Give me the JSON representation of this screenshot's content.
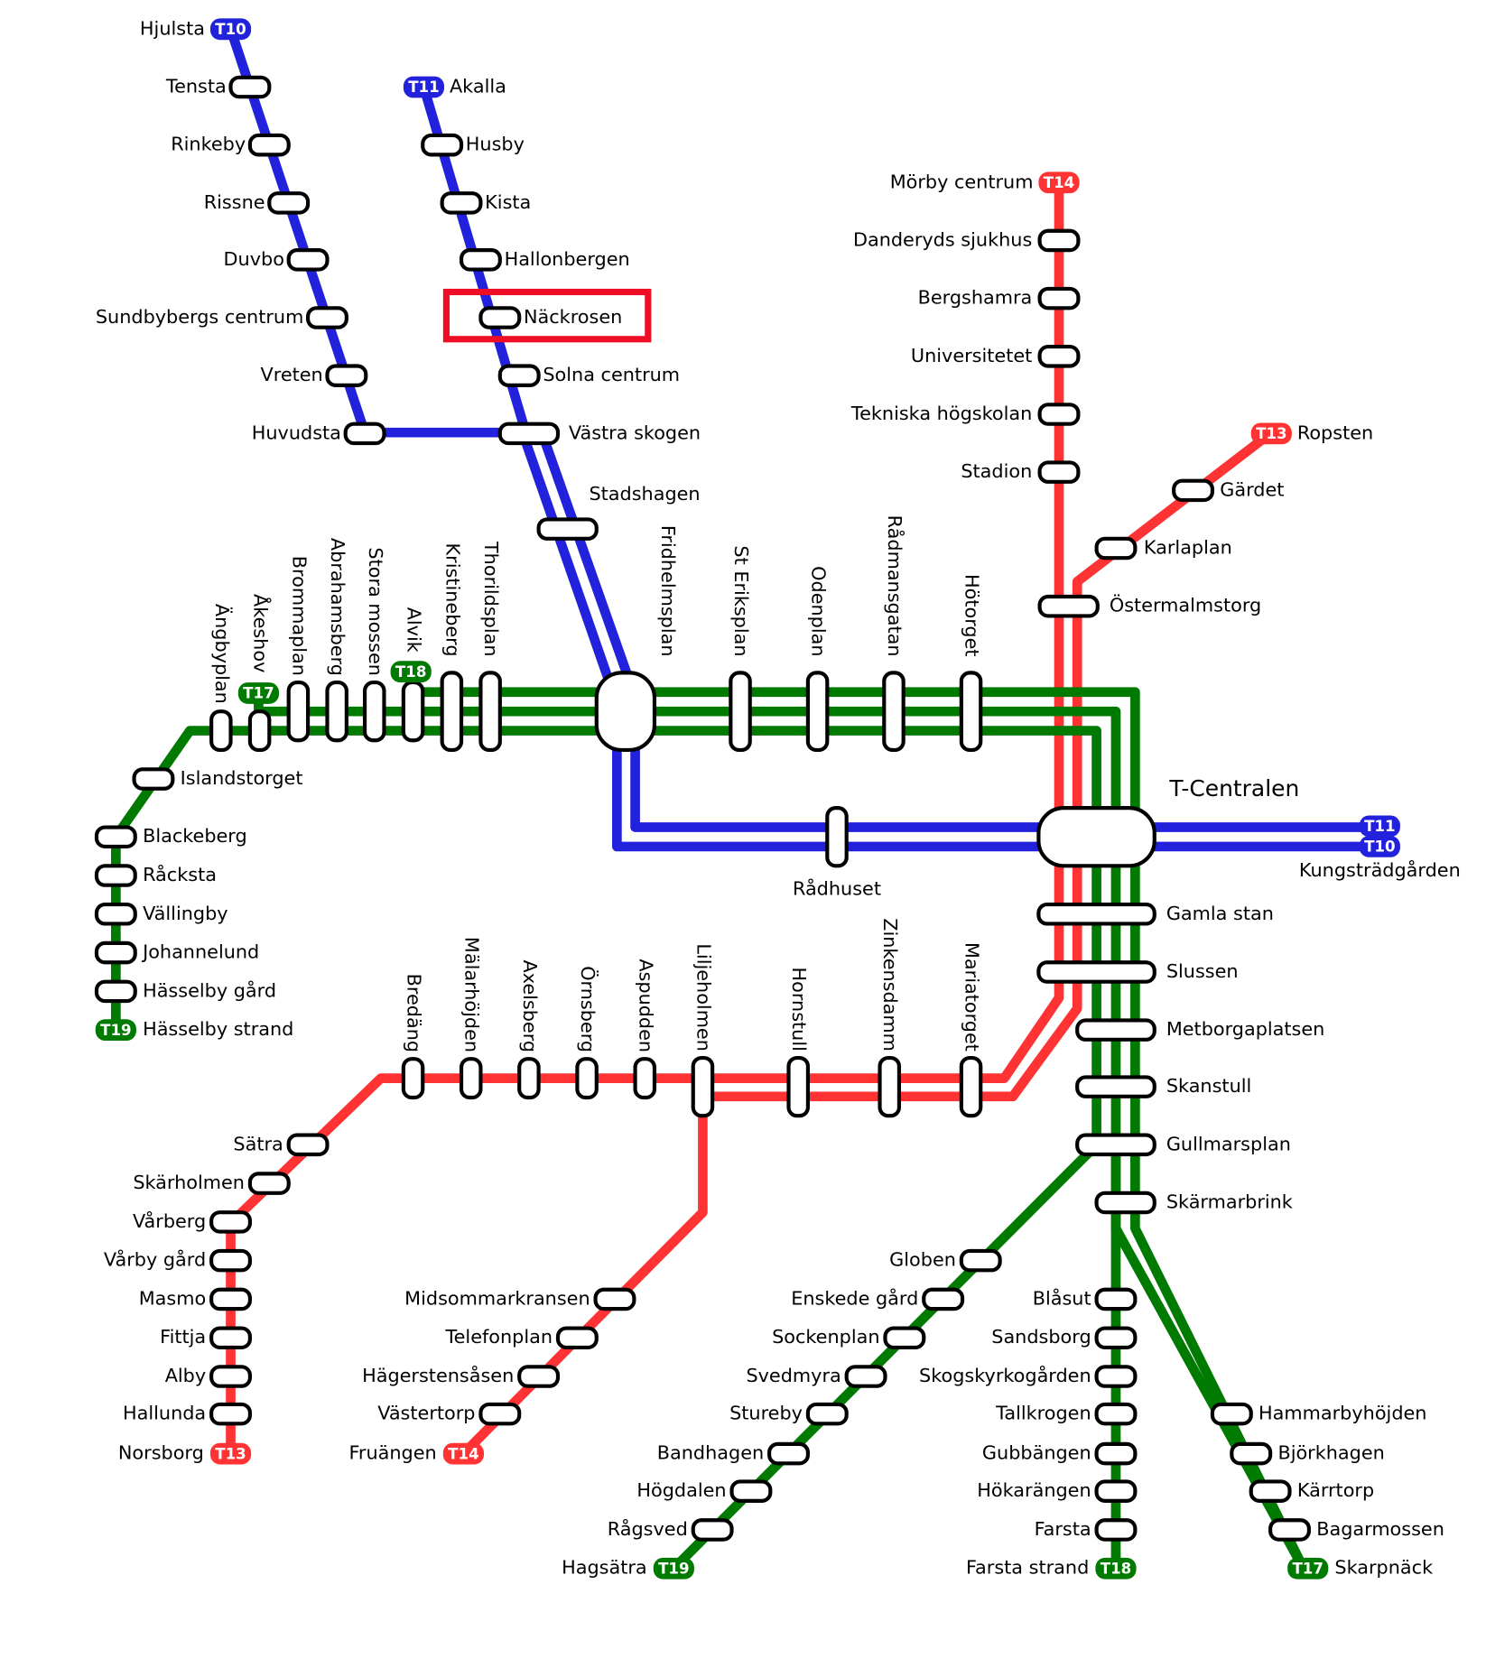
{
  "colors": {
    "blue": "#2222dd",
    "red": "#ff3333",
    "green": "#007a00",
    "highlight": "#ee0d24"
  },
  "hub_label": "T-Centralen",
  "highlighted_station": "Näckrosen",
  "lines": {
    "T10": {
      "badge": "T10",
      "color": "blue",
      "terminus": "Hjulsta"
    },
    "T11": {
      "badge": "T11",
      "color": "blue",
      "terminus": "Akalla"
    },
    "T13": {
      "badge": "T13",
      "color": "red",
      "terminus_north": "Ropsten",
      "terminus_south": "Norsborg"
    },
    "T14": {
      "badge": "T14",
      "color": "red",
      "terminus_north": "Mörby centrum",
      "terminus_south": "Fruängen"
    },
    "T17": {
      "badge": "T17",
      "color": "green",
      "terminus_west": "Åkeshov",
      "terminus_south": "Skarpnäck"
    },
    "T18": {
      "badge": "T18",
      "color": "green",
      "terminus_west": "Alvik",
      "terminus_south": "Farsta strand"
    },
    "T19": {
      "badge": "T19",
      "color": "green",
      "terminus_west": "Hässelby strand",
      "terminus_south": "Hagsätra"
    }
  },
  "badges": {
    "hjulsta": "T10",
    "akalla": "T11",
    "morby": "T14",
    "ropsten": "T13",
    "akeshov": "T17",
    "alvik": "T18",
    "hasselby_strand": "T19",
    "kungs_t11": "T11",
    "kungs_t10": "T10",
    "norsborg": "T13",
    "fruangen": "T14",
    "hagsatra": "T19",
    "farsta_strand": "T18",
    "skarpnack": "T17"
  },
  "stations": {
    "t10": [
      "Hjulsta",
      "Tensta",
      "Rinkeby",
      "Rissne",
      "Duvbo",
      "Sundbybergs centrum",
      "Vreten",
      "Huvudsta"
    ],
    "t11": [
      "Akalla",
      "Husby",
      "Kista",
      "Hallonbergen",
      "Näckrosen",
      "Solna centrum",
      "Västra skogen"
    ],
    "blue_trunk": [
      "Stadshagen",
      "Fridhelmsplan",
      "Rådhuset",
      "Kungsträdgården"
    ],
    "red_north_t14": [
      "Mörby centrum",
      "Danderyds sjukhus",
      "Bergshamra",
      "Universitetet",
      "Tekniska högskolan",
      "Stadion"
    ],
    "red_north_t13": [
      "Ropsten",
      "Gärdet",
      "Karlaplan",
      "Östermalmstorg"
    ],
    "green_west_vertical": [
      "Ängbyplan",
      "Åkeshov",
      "Brommaplan",
      "Abrahamsberg",
      "Stora mossen",
      "Alvik",
      "Kristineberg",
      "Thorildsplan",
      "Fridhelmsplan",
      "St Eriksplan",
      "Odenplan",
      "Rådmansgatan",
      "Hötorget"
    ],
    "t19_west": [
      "Islandstorget",
      "Blackeberg",
      "Råcksta",
      "Vällingby",
      "Johannelund",
      "Hässelby gård",
      "Hässelby strand"
    ],
    "central": [
      "Gamla stan",
      "Slussen",
      "Metborgaplatsen",
      "Skanstull",
      "Gullmarsplan",
      "Skärmarbrink"
    ],
    "red_south_vertical": [
      "Bredäng",
      "Mälarhöjden",
      "Axelsberg",
      "Örnsberg",
      "Aspudden",
      "Liljeholmen",
      "Hornstull",
      "Zinkensdamm",
      "Mariatorget"
    ],
    "t13_south": [
      "Sätra",
      "Skärholmen",
      "Vårberg",
      "Vårby gård",
      "Masmo",
      "Fittja",
      "Alby",
      "Hallunda",
      "Norsborg"
    ],
    "t14_south": [
      "Midsommarkransen",
      "Telefonplan",
      "Hägerstensåsen",
      "Västertorp",
      "Fruängen"
    ],
    "t19_south": [
      "Globen",
      "Enskede gård",
      "Sockenplan",
      "Svedmyra",
      "Stureby",
      "Bandhagen",
      "Högdalen",
      "Rågsved",
      "Hagsätra"
    ],
    "t18_south": [
      "Blåsut",
      "Sandsborg",
      "Skogskyrkogården",
      "Tallkrogen",
      "Gubbängen",
      "Hökarängen",
      "Farsta",
      "Farsta strand"
    ],
    "t17_south": [
      "Hammarbyhöjden",
      "Björkhagen",
      "Kärrtorp",
      "Bagarmossen",
      "Skarpnäck"
    ]
  }
}
